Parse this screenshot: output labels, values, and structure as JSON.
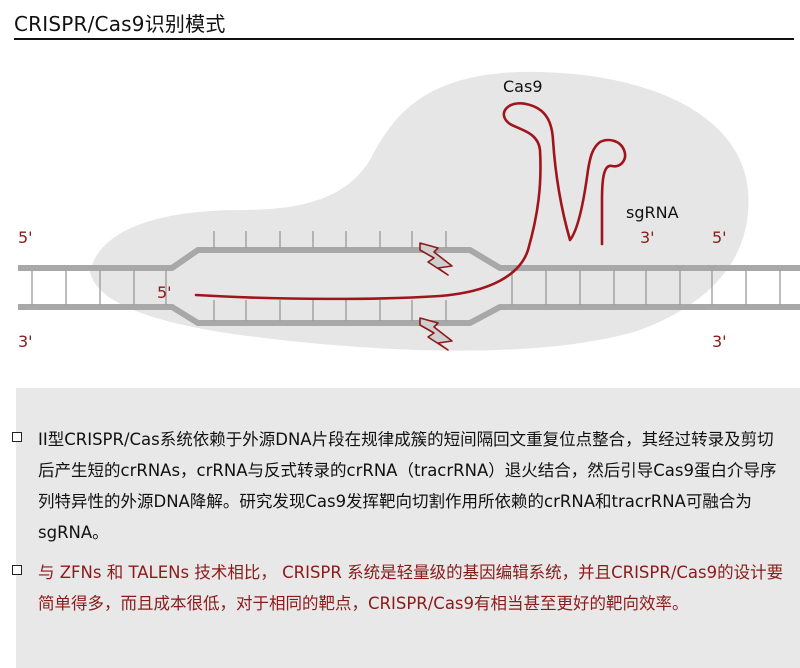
{
  "title": "CRISPR/Cas9识别模式",
  "diagram": {
    "labels": {
      "cas9": "Cas9",
      "sgrna": "sgRNA",
      "top_left": "5'",
      "bottom_left": "3'",
      "guide_5": "5'",
      "guide_3": "3'",
      "top_right": "5'",
      "bottom_right": "3'"
    },
    "colors": {
      "rna": "#a0151b",
      "label_red": "#8b1a1a",
      "dna_strand": "#a8a8a8",
      "blob": "#e6e6e6",
      "lightning": "#8b1a1a"
    }
  },
  "bullets": [
    {
      "text": "II型CRISPR/Cas系统依赖于外源DNA片段在规律成簇的短间隔回文重复位点整合，其经过转录及剪切后产生短的crRNAs，crRNA与反式转录的crRNA（tracrRNA）退火结合，然后引导Cas9蛋白介导序列特异性的外源DNA降解。研究发现Cas9发挥靶向切割作用所依赖的crRNA和tracrRNA可融合为sgRNA。",
      "color": "#111111"
    },
    {
      "text": "与 ZFNs 和 TALENs 技术相比， CRISPR 系统是轻量级的基因编辑系统，并且CRISPR/Cas9的设计要简单得多，而且成本很低，对于相同的靶点，CRISPR/Cas9有相当甚至更好的靶向效率。",
      "color": "#8b1a1a"
    }
  ]
}
